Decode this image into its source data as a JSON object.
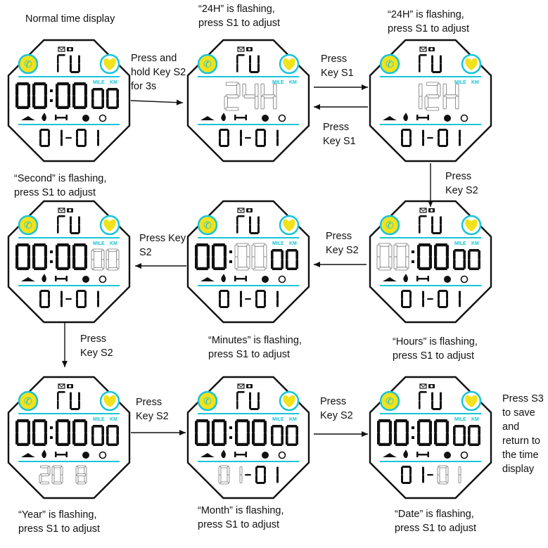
{
  "panels": [
    {
      "caption": "Normal time display",
      "time": "00:0000",
      "date": "01-01",
      "top": "TU",
      "center": "",
      "flash": "none"
    },
    {
      "caption": "“24H” is flashing,\npress S1 to adjust",
      "time": "",
      "date": "01-01",
      "top": "TU",
      "center": "24H",
      "flash": "center"
    },
    {
      "caption": "“24H” is flashing,\npress S1 to adjust",
      "time": "",
      "date": "01-01",
      "top": "TU",
      "center": "12H",
      "flash": "center"
    },
    {
      "caption": "“Second” is flashing,\npress S1 to adjust",
      "time": "00:0000",
      "date": "01-01",
      "top": "TU",
      "center": "",
      "flash": "seconds"
    },
    {
      "caption": "“Minutes” is flashing,\npress S1 to adjust",
      "time": "00:0000",
      "date": "01-01",
      "top": "TU",
      "center": "",
      "flash": "minutes"
    },
    {
      "caption": "“Hours” is flashing,\npress S1 to adjust",
      "time": "00:0000",
      "date": "01-01",
      "top": "TU",
      "center": "",
      "flash": "hours"
    },
    {
      "caption": "“Year” is flashing,\npress S1 to adjust",
      "time": "00:0000",
      "date": "20 8",
      "top": "TU",
      "center": "",
      "flash": "year"
    },
    {
      "caption": "“Month” is flashing,\npress S1 to adjust",
      "time": "00:0000",
      "date": "01-01",
      "top": "TU",
      "center": "",
      "flash": "month"
    },
    {
      "caption": "“Date” is flashing,\npress S1 to adjust",
      "time": "00:0000",
      "date": "01-01",
      "top": "TU",
      "center": "",
      "flash": "day"
    }
  ],
  "arrows": [
    {
      "label": "Press and\nhold Key S2\nfor 3s"
    },
    {
      "label": "Press\nKey S1"
    },
    {
      "label": "Press\nKey S1"
    },
    {
      "label": "Press\nKey S2"
    },
    {
      "label": "Press\nKey S2"
    },
    {
      "label": "Press Key\nS2"
    },
    {
      "label": "Press\nKey S2"
    },
    {
      "label": "Press\nKey S2"
    },
    {
      "label": "Press\nKey S2"
    }
  ],
  "final_note": "Press S3\nto save\nand\nreturn to\nthe time\ndisplay",
  "lcd_labels": {
    "mile": "MILE",
    "km": "KM"
  },
  "colors": {
    "accent": "#19c4d8",
    "heart": "#f2e21b",
    "ink": "#111111",
    "dim": "#bbbbbb"
  }
}
